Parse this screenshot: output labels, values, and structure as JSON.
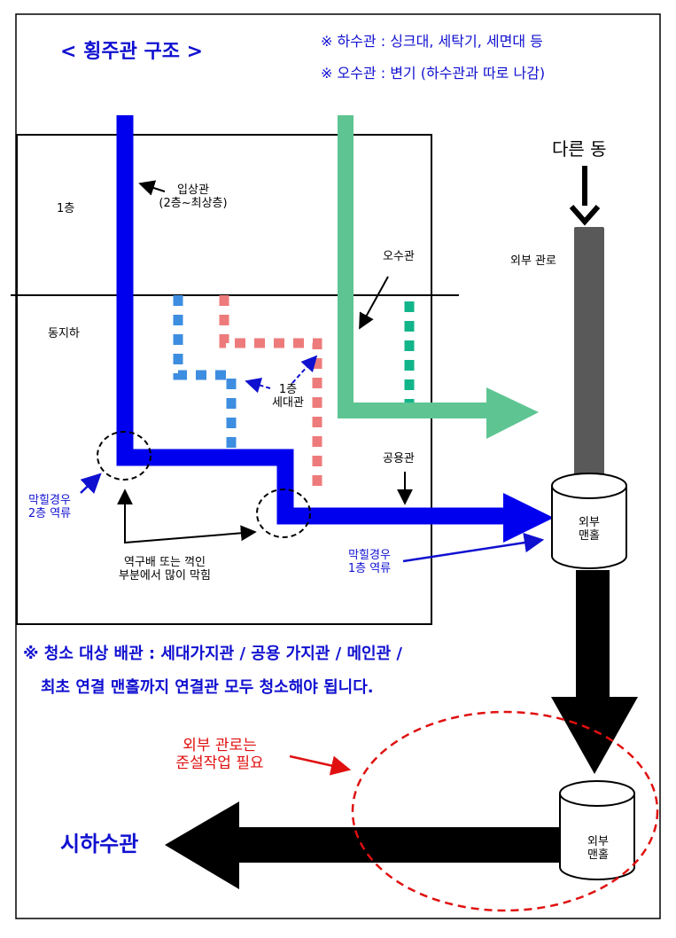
{
  "title": "< 횡주관 구조 >",
  "notes": {
    "line1": "※ 하수관 : 싱크대, 세탁기, 세면대 등",
    "line2": "※ 오수관 : 변기 (하수관과  따로 나감)"
  },
  "labels": {
    "floor1": "1층",
    "basement": "동지하",
    "riser_line1": "입상관",
    "riser_line2": "(2층~최상층)",
    "sewage_pipe": "오수관",
    "unit_pipe_line1": "1층",
    "unit_pipe_line2": "세대관",
    "common_pipe": "공용관",
    "other_building": "다른 동",
    "external_pipe": "외부 관로",
    "manhole1_line1": "외부",
    "manhole1_line2": "맨홀",
    "manhole2_line1": "외부",
    "manhole2_line2": "맨홀",
    "blockage2_line1": "막힐경우",
    "blockage2_line2": "2층 역류",
    "blockage1_line1": "막힐경우",
    "blockage1_line2": "1층 역류",
    "slope_line1": "역구배 또는 꺽인",
    "slope_line2": "부분에서 많이 막힘",
    "cleaning_line1": "※ 청소 대상 배관 : 세대가지관 / 공용 가지관 / 메인관 /",
    "cleaning_line2": "최초 연결 맨홀까지 연결관  모두 청소해야 됩니다.",
    "dredging_line1": "외부 관로는",
    "dredging_line2": "준설작업 필요",
    "city_sewer": "시하수관"
  },
  "colors": {
    "main_blue": "#0000ee",
    "sewage_green": "#5ec592",
    "dotted_blue": "#3d8ee0",
    "dotted_pink": "#ee7b7b",
    "dotted_teal": "#12b58a",
    "external_gray": "#595959",
    "red": "#e01010"
  }
}
